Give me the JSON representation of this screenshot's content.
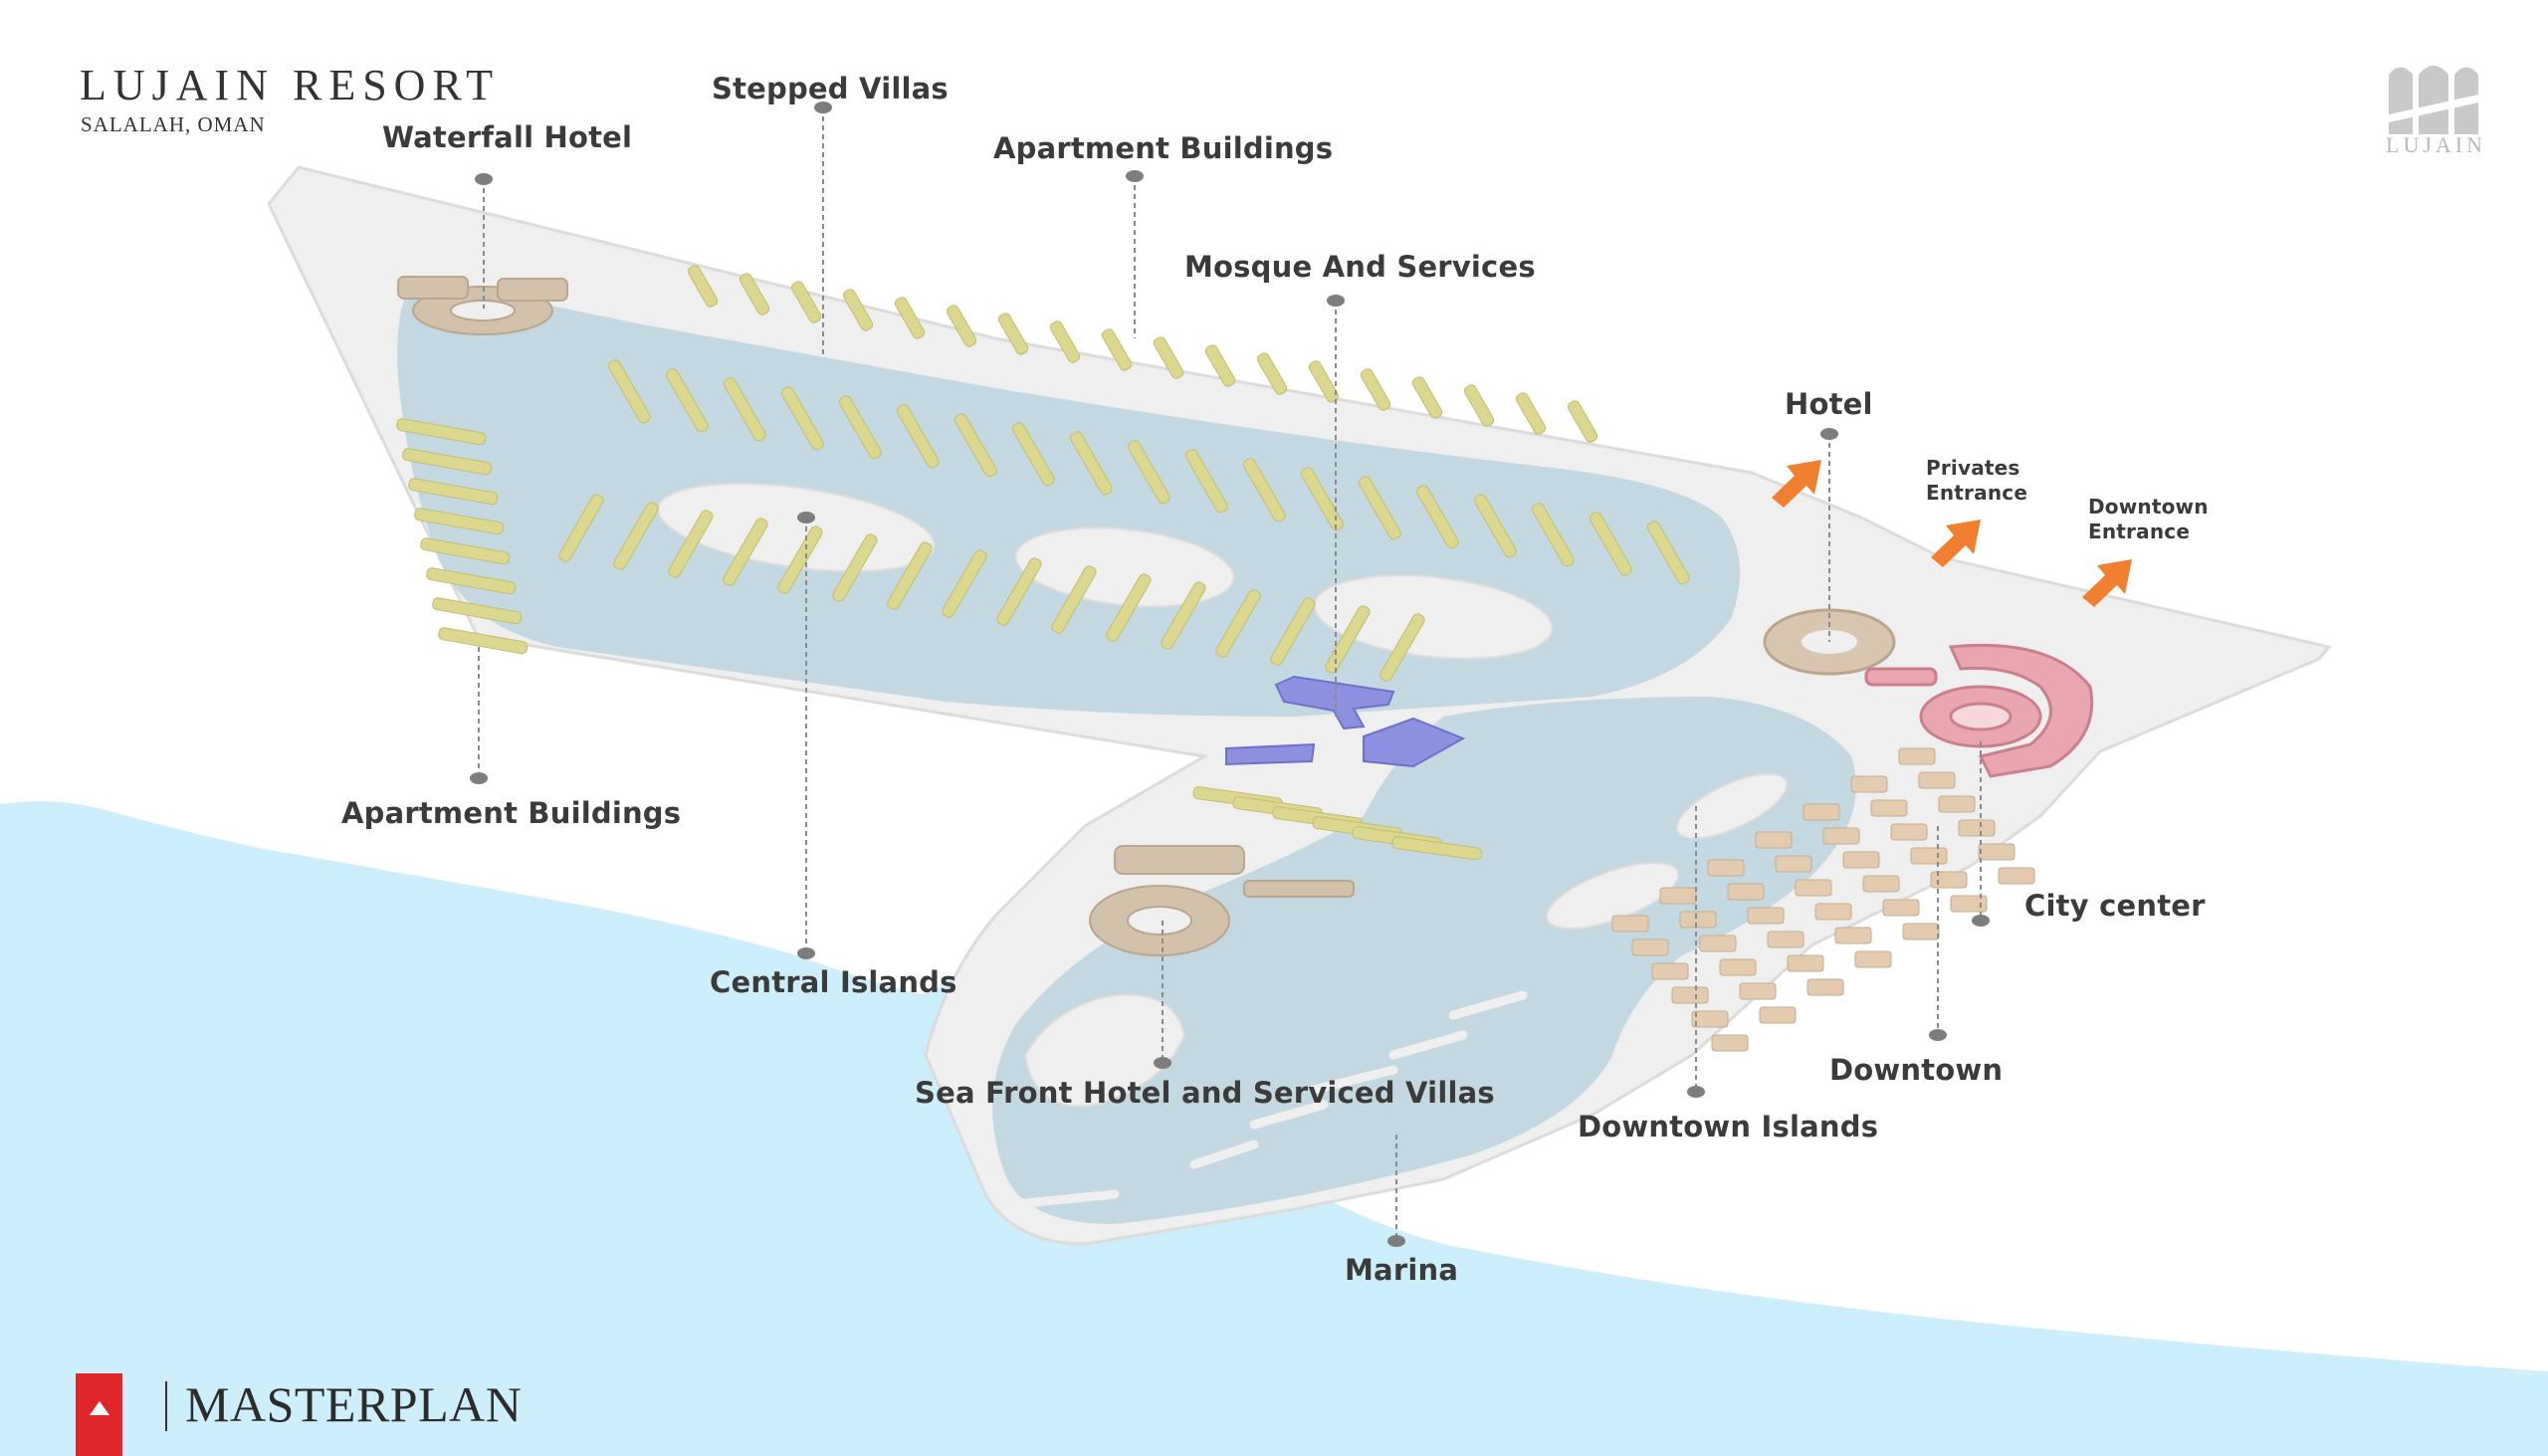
{
  "brand": {
    "title": "LUJAIN RESORT",
    "subtitle": "SALALAH, OMAN",
    "logo_word": "LUJAIN"
  },
  "footer": {
    "title": "MASTERPLAN"
  },
  "colors": {
    "sea": "#cdeefb",
    "lagoon": "#c3d8e0",
    "land": "#eeeeee",
    "villa": "#dcd78f",
    "hotel": "#d3c2ab",
    "downtown": "#e3cbb0",
    "city_center": "#e9a6b0",
    "mosque": "#8d8fe0",
    "arrow": "#f07f2f",
    "brand_red": "#e0262d",
    "label": "#3b3b3b"
  },
  "labels": {
    "waterfall_hotel": "Waterfall Hotel",
    "stepped_villas": "Stepped Villas",
    "apartment_buildings_top": "Apartment Buildings",
    "mosque_services": "Mosque And Services",
    "hotel": "Hotel",
    "privates_entrance": "Privates Entrance",
    "downtown_entrance": "Downtown Entrance",
    "apartment_buildings_left": "Apartment Buildings",
    "central_islands": "Central Islands",
    "city_center": "City center",
    "sea_front_hotel": "Sea Front Hotel and Serviced Villas",
    "downtown": "Downtown",
    "downtown_islands": "Downtown Islands",
    "marina": "Marina"
  },
  "icons": {
    "arrows": "entrance-arrow-icon",
    "logo": "lujain-logo-icon",
    "footer": "triangle-icon"
  }
}
